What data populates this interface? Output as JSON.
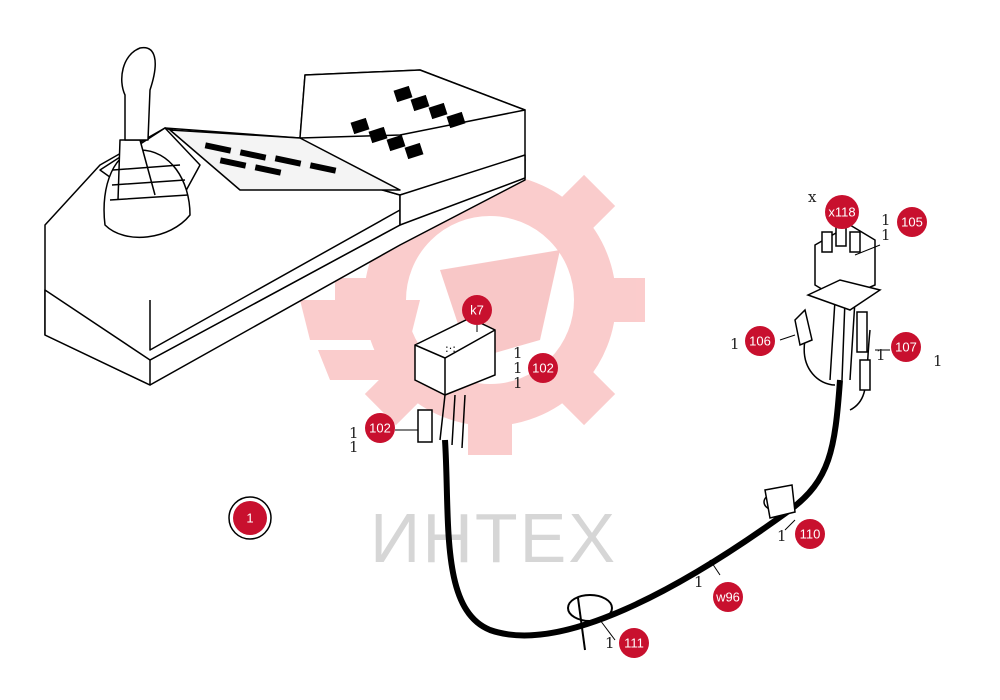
{
  "watermark": {
    "text": "ИНТЕХ",
    "gear_color": "#f7a3a3",
    "text_color": "#d6d6d6"
  },
  "badge_color": "#c8102e",
  "main_part": {
    "label": "1",
    "icon": "circle-callout"
  },
  "callouts": [
    {
      "id": "k7",
      "label": "k7"
    },
    {
      "id": "102a",
      "label": "102"
    },
    {
      "id": "102b",
      "label": "102"
    },
    {
      "id": "105",
      "label": "105"
    },
    {
      "id": "x118",
      "label": "x118"
    },
    {
      "id": "106",
      "label": "106"
    },
    {
      "id": "107",
      "label": "107"
    },
    {
      "id": "110",
      "label": "110"
    },
    {
      "id": "w96",
      "label": "w96"
    },
    {
      "id": "111",
      "label": "111"
    }
  ]
}
